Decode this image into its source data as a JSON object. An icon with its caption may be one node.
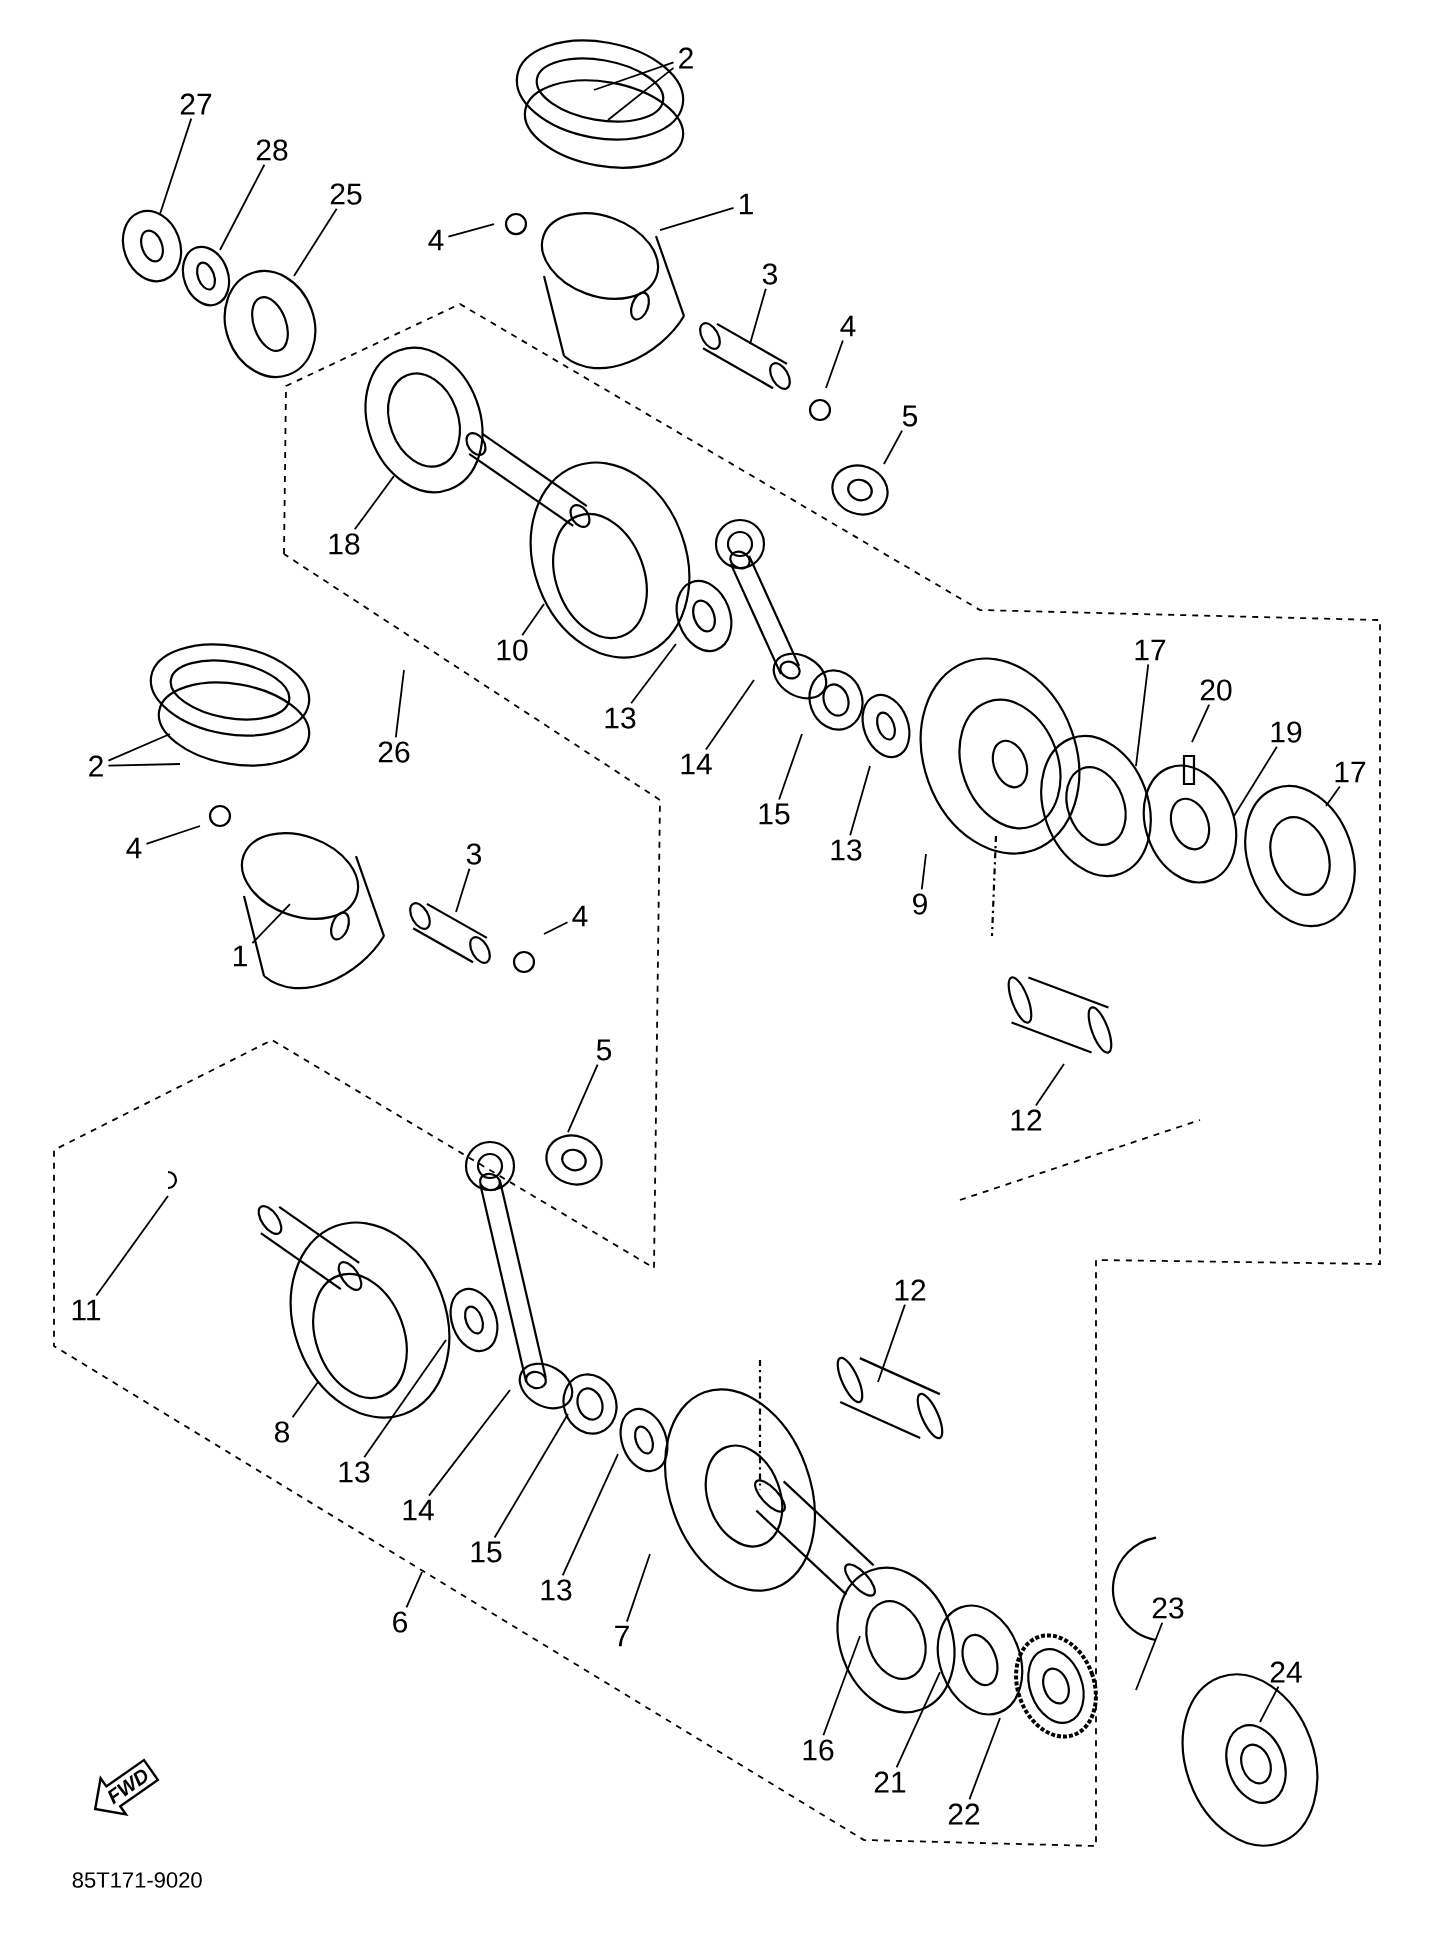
{
  "diagram": {
    "nodes": [
      {
        "text": [
          "2"
        ]
      },
      {
        "text": [
          "27"
        ]
      },
      {
        "text": [
          "28"
        ]
      },
      {
        "text": [
          "25"
        ]
      },
      {
        "text": [
          "1"
        ]
      },
      {
        "text": [
          "4"
        ]
      },
      {
        "text": [
          "3"
        ]
      },
      {
        "text": [
          "4"
        ]
      },
      {
        "text": [
          "5"
        ]
      },
      {
        "text": [
          "18"
        ]
      },
      {
        "text": [
          "10"
        ]
      },
      {
        "text": [
          "17"
        ]
      },
      {
        "text": [
          "20"
        ]
      },
      {
        "text": [
          "13"
        ]
      },
      {
        "text": [
          "19"
        ]
      },
      {
        "text": [
          "26"
        ]
      },
      {
        "text": [
          "2"
        ]
      },
      {
        "text": [
          "14"
        ]
      },
      {
        "text": [
          "17"
        ]
      },
      {
        "text": [
          "15"
        ]
      },
      {
        "text": [
          "4"
        ]
      },
      {
        "text": [
          "13"
        ]
      },
      {
        "text": [
          "3"
        ]
      },
      {
        "text": [
          "9"
        ]
      },
      {
        "text": [
          "4"
        ]
      },
      {
        "text": [
          "1"
        ]
      },
      {
        "text": [
          "5"
        ]
      },
      {
        "text": [
          "12"
        ]
      },
      {
        "text": [
          "11"
        ]
      },
      {
        "text": [
          "12"
        ]
      },
      {
        "text": [
          "8"
        ]
      },
      {
        "text": [
          "13"
        ]
      },
      {
        "text": [
          "14"
        ]
      },
      {
        "text": [
          "15"
        ]
      },
      {
        "text": [
          "13"
        ]
      },
      {
        "text": [
          "23"
        ]
      },
      {
        "text": [
          "6"
        ]
      },
      {
        "text": [
          "7"
        ]
      },
      {
        "text": [
          "24"
        ]
      },
      {
        "text": [
          "16"
        ]
      },
      {
        "text": [
          "21"
        ]
      },
      {
        "text": [
          "22"
        ]
      }
    ],
    "edges": [
      {
        "from": 0,
        "to": null,
        "arrow": "none"
      },
      {
        "from": 0,
        "to": null,
        "arrow": "none"
      },
      {
        "from": 1,
        "to": null,
        "arrow": "none"
      },
      {
        "from": 2,
        "to": null,
        "arrow": "none"
      },
      {
        "from": 3,
        "to": null,
        "arrow": "none"
      },
      {
        "from": 4,
        "to": null,
        "arrow": "none"
      },
      {
        "from": 5,
        "to": null,
        "arrow": "none"
      },
      {
        "from": 6,
        "to": null,
        "arrow": "none"
      },
      {
        "from": 7,
        "to": null,
        "arrow": "none"
      },
      {
        "from": 8,
        "to": null,
        "arrow": "none"
      },
      {
        "from": 9,
        "to": null,
        "arrow": "none"
      },
      {
        "from": 10,
        "to": null,
        "arrow": "none"
      },
      {
        "from": 11,
        "to": null,
        "arrow": "none"
      },
      {
        "from": 12,
        "to": null,
        "arrow": "none"
      },
      {
        "from": 13,
        "to": null,
        "arrow": "none"
      },
      {
        "from": 14,
        "to": null,
        "arrow": "none"
      },
      {
        "from": 15,
        "to": null,
        "arrow": "none"
      },
      {
        "from": 16,
        "to": null,
        "arrow": "none"
      },
      {
        "from": 16,
        "to": null,
        "arrow": "none"
      },
      {
        "from": 17,
        "to": null,
        "arrow": "none"
      },
      {
        "from": 18,
        "to": null,
        "arrow": "none"
      },
      {
        "from": 19,
        "to": null,
        "arrow": "none"
      },
      {
        "from": 20,
        "to": null,
        "arrow": "none"
      },
      {
        "from": 21,
        "to": null,
        "arrow": "none"
      },
      {
        "from": 22,
        "to": null,
        "arrow": "none"
      },
      {
        "from": 23,
        "to": null,
        "arrow": "none"
      },
      {
        "from": 24,
        "to": null,
        "arrow": "none"
      },
      {
        "from": 25,
        "to": null,
        "arrow": "none"
      },
      {
        "from": 26,
        "to": null,
        "arrow": "none"
      },
      {
        "from": 27,
        "to": null,
        "arrow": "none"
      },
      {
        "from": 28,
        "to": null,
        "arrow": "none"
      },
      {
        "from": 29,
        "to": null,
        "arrow": "none"
      },
      {
        "from": 30,
        "to": null,
        "arrow": "none"
      },
      {
        "from": 31,
        "to": null,
        "arrow": "none"
      },
      {
        "from": 32,
        "to": null,
        "arrow": "none"
      },
      {
        "from": 33,
        "to": null,
        "arrow": "none"
      },
      {
        "from": 34,
        "to": null,
        "arrow": "none"
      },
      {
        "from": 35,
        "to": null,
        "arrow": "none"
      },
      {
        "from": 36,
        "to": null,
        "arrow": "none"
      },
      {
        "from": 37,
        "to": null,
        "arrow": "none"
      },
      {
        "from": 38,
        "to": null,
        "arrow": "none"
      },
      {
        "from": 39,
        "to": null,
        "arrow": "none"
      },
      {
        "from": 40,
        "to": null,
        "arrow": "none"
      },
      {
        "from": 41,
        "to": null,
        "arrow": "none"
      }
    ],
    "labels": [
      "FWD",
      "85T171-9020"
    ]
  }
}
